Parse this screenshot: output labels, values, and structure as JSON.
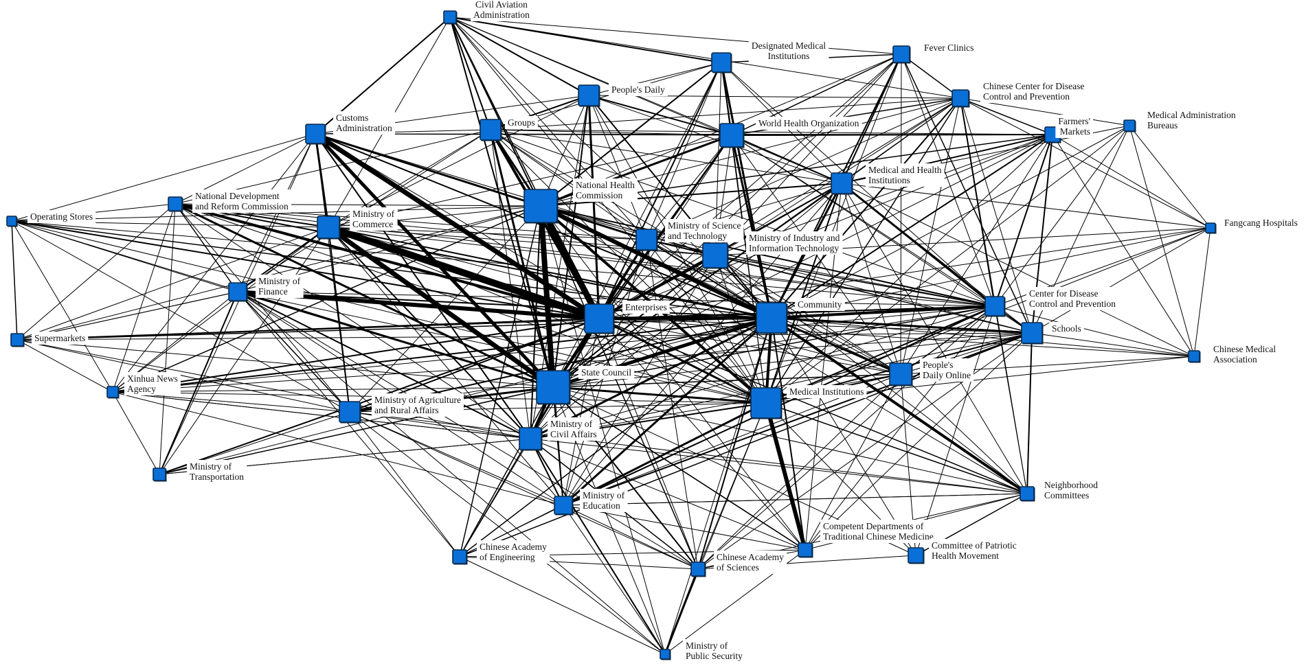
{
  "colors": {
    "node_fill": "#0a6fd6",
    "node_stroke": "#0b2a4a",
    "edge": "#000000",
    "label_background": "#ffffff",
    "label_text": "#111111",
    "background": "#ffffff"
  },
  "nodes": [
    {
      "id": "caa",
      "label_lines": [
        "Civil Aviation",
        "Administration"
      ]
    },
    {
      "id": "dmi",
      "label_lines": [
        "Designated Medical",
        "Institutions"
      ]
    },
    {
      "id": "fever",
      "label_lines": [
        "Fever Clinics"
      ]
    },
    {
      "id": "pdaily",
      "label_lines": [
        "People's Daily"
      ]
    },
    {
      "id": "cdc_cn",
      "label_lines": [
        "Chinese Center for Disease",
        "Control and Prevention"
      ]
    },
    {
      "id": "customs",
      "label_lines": [
        "Customs",
        "Administration"
      ]
    },
    {
      "id": "groups",
      "label_lines": [
        "Groups"
      ]
    },
    {
      "id": "who",
      "label_lines": [
        "World Health Organization"
      ]
    },
    {
      "id": "farmers",
      "label_lines": [
        "Farmers'",
        "Markets"
      ]
    },
    {
      "id": "mab",
      "label_lines": [
        "Medical Administration",
        "Bureaus"
      ]
    },
    {
      "id": "mhi",
      "label_lines": [
        "Medical and Health",
        "Institutions"
      ]
    },
    {
      "id": "nhc",
      "label_lines": [
        "National Health",
        "Commission"
      ]
    },
    {
      "id": "ndrc",
      "label_lines": [
        "National Development",
        "and Reform Commission"
      ]
    },
    {
      "id": "opstores",
      "label_lines": [
        "Operating Stores"
      ]
    },
    {
      "id": "mofcom",
      "label_lines": [
        "Ministry of",
        "Commerce"
      ]
    },
    {
      "id": "most",
      "label_lines": [
        "Ministry of Science",
        "and Technology"
      ]
    },
    {
      "id": "miit",
      "label_lines": [
        "Ministry of Industry and",
        "Information Technology"
      ]
    },
    {
      "id": "fangcang",
      "label_lines": [
        "Fangcang Hospitals"
      ]
    },
    {
      "id": "mof",
      "label_lines": [
        "Ministry of",
        "Finance"
      ]
    },
    {
      "id": "enterprises",
      "label_lines": [
        "Enterprises"
      ]
    },
    {
      "id": "community",
      "label_lines": [
        "Community"
      ]
    },
    {
      "id": "cdc",
      "label_lines": [
        "Center for Disease",
        "Control and Prevention"
      ]
    },
    {
      "id": "supermarkets",
      "label_lines": [
        "Supermarkets"
      ]
    },
    {
      "id": "schools",
      "label_lines": [
        "Schools"
      ]
    },
    {
      "id": "cma",
      "label_lines": [
        "Chinese Medical",
        "Association"
      ]
    },
    {
      "id": "xinhua",
      "label_lines": [
        "Xinhua News",
        "Agency"
      ]
    },
    {
      "id": "statecouncil",
      "label_lines": [
        "State Council"
      ]
    },
    {
      "id": "pdonline",
      "label_lines": [
        "People's",
        "Daily Online"
      ]
    },
    {
      "id": "moara",
      "label_lines": [
        "Ministry of Agriculture",
        "and Rural Affairs"
      ]
    },
    {
      "id": "medinst",
      "label_lines": [
        "Medical Institutions"
      ]
    },
    {
      "id": "mca",
      "label_lines": [
        "Ministry of",
        "Civil Affairs"
      ]
    },
    {
      "id": "mot",
      "label_lines": [
        "Ministry of",
        "Transportation"
      ]
    },
    {
      "id": "nbhood",
      "label_lines": [
        "Neighborhood",
        "Committees"
      ]
    },
    {
      "id": "moe",
      "label_lines": [
        "Ministry of",
        "Education"
      ]
    },
    {
      "id": "tcm",
      "label_lines": [
        "Competent Departments of",
        "Traditional Chinese Medicine"
      ]
    },
    {
      "id": "cae",
      "label_lines": [
        "Chinese Academy",
        "of Engineering"
      ]
    },
    {
      "id": "cas",
      "label_lines": [
        "Chinese Academy",
        "of Sciences"
      ]
    },
    {
      "id": "patriotic",
      "label_lines": [
        "Committee of Patriotic",
        "Health Movement"
      ]
    },
    {
      "id": "mps",
      "label_lines": [
        "Ministry of",
        "Public Security"
      ]
    }
  ]
}
